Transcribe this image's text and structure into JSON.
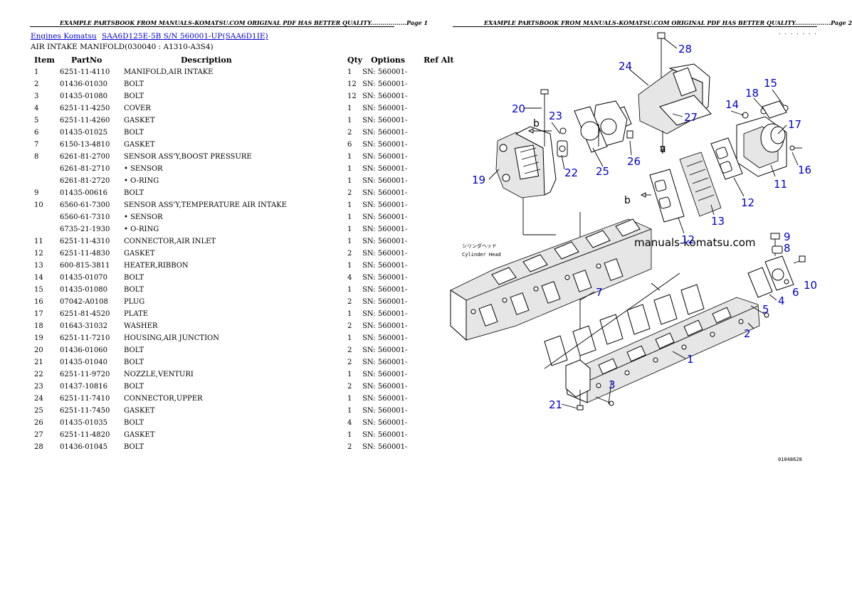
{
  "header": {
    "left": "EXAMPLE PARTSBOOK FROM MANUALS-KOMATSU.COM ORIGINAL PDF HAS BETTER QUALITY..................Page 1",
    "right": "EXAMPLE PARTSBOOK FROM MANUALS-KOMATSU.COM ORIGINAL PDF HAS BETTER QUALITY..................Page 2"
  },
  "breadcrumb": {
    "link1": "Engines Komatsu",
    "link2": "SAA6D125E-5B S/N 560001-UP(SAA6D1IE)"
  },
  "section_title": "AIR INTAKE MANIFOLD(030040 : A1310-A3S4)",
  "columns": {
    "item": "Item",
    "partno": "PartNo",
    "description": "Description",
    "qty": "Qty",
    "options": "Options",
    "refalt": "Ref Alt"
  },
  "rows": [
    {
      "item": "1",
      "partno": "6251-11-4110",
      "desc": "MANIFOLD,AIR INTAKE",
      "qty": "1",
      "opt": "SN: 560001-"
    },
    {
      "item": "2",
      "partno": "01436-01030",
      "desc": "BOLT",
      "qty": "12",
      "opt": "SN: 560001-"
    },
    {
      "item": "3",
      "partno": "01435-01080",
      "desc": "BOLT",
      "qty": "12",
      "opt": "SN: 560001-"
    },
    {
      "item": "4",
      "partno": "6251-11-4250",
      "desc": "COVER",
      "qty": "1",
      "opt": "SN: 560001-"
    },
    {
      "item": "5",
      "partno": "6251-11-4260",
      "desc": "GASKET",
      "qty": "1",
      "opt": "SN: 560001-"
    },
    {
      "item": "6",
      "partno": "01435-01025",
      "desc": "BOLT",
      "qty": "2",
      "opt": "SN: 560001-"
    },
    {
      "item": "7",
      "partno": "6150-13-4810",
      "desc": "GASKET",
      "qty": "6",
      "opt": "SN: 560001-"
    },
    {
      "item": "8",
      "partno": "6261-81-2700",
      "desc": "SENSOR ASS'Y,BOOST PRESSURE",
      "qty": "1",
      "opt": "SN: 560001-"
    },
    {
      "item": "",
      "partno": "6261-81-2710",
      "desc": "• SENSOR",
      "qty": "1",
      "opt": "SN: 560001-"
    },
    {
      "item": "",
      "partno": "6261-81-2720",
      "desc": "• O-RING",
      "qty": "1",
      "opt": "SN: 560001-"
    },
    {
      "item": "9",
      "partno": "01435-00616",
      "desc": "BOLT",
      "qty": "2",
      "opt": "SN: 560001-"
    },
    {
      "item": "10",
      "partno": "6560-61-7300",
      "desc": "SENSOR ASS'Y,TEMPERATURE AIR INTAKE",
      "qty": "1",
      "opt": "SN: 560001-"
    },
    {
      "item": "",
      "partno": "6560-61-7310",
      "desc": "• SENSOR",
      "qty": "1",
      "opt": "SN: 560001-"
    },
    {
      "item": "",
      "partno": "6735-21-1930",
      "desc": "• O-RING",
      "qty": "1",
      "opt": "SN: 560001-"
    },
    {
      "item": "11",
      "partno": "6251-11-4310",
      "desc": "CONNECTOR,AIR INLET",
      "qty": "1",
      "opt": "SN: 560001-"
    },
    {
      "item": "12",
      "partno": "6251-11-4830",
      "desc": "GASKET",
      "qty": "2",
      "opt": "SN: 560001-"
    },
    {
      "item": "13",
      "partno": "600-815-3811",
      "desc": "HEATER,RIBBON",
      "qty": "1",
      "opt": "SN: 560001-"
    },
    {
      "item": "14",
      "partno": "01435-01070",
      "desc": "BOLT",
      "qty": "4",
      "opt": "SN: 560001-"
    },
    {
      "item": "15",
      "partno": "01435-01080",
      "desc": "BOLT",
      "qty": "1",
      "opt": "SN: 560001-"
    },
    {
      "item": "16",
      "partno": "07042-A0108",
      "desc": "PLUG",
      "qty": "2",
      "opt": "SN: 560001-"
    },
    {
      "item": "17",
      "partno": "6251-81-4520",
      "desc": "PLATE",
      "qty": "1",
      "opt": "SN: 560001-"
    },
    {
      "item": "18",
      "partno": "01643-31032",
      "desc": "WASHER",
      "qty": "2",
      "opt": "SN: 560001-"
    },
    {
      "item": "19",
      "partno": "6251-11-7210",
      "desc": "HOUSING,AIR JUNCTION",
      "qty": "1",
      "opt": "SN: 560001-"
    },
    {
      "item": "20",
      "partno": "01436-01060",
      "desc": "BOLT",
      "qty": "2",
      "opt": "SN: 560001-"
    },
    {
      "item": "21",
      "partno": "01435-01040",
      "desc": "BOLT",
      "qty": "2",
      "opt": "SN: 560001-"
    },
    {
      "item": "22",
      "partno": "6251-11-9720",
      "desc": "NOZZLE,VENTURI",
      "qty": "1",
      "opt": "SN: 560001-"
    },
    {
      "item": "23",
      "partno": "01437-10816",
      "desc": "BOLT",
      "qty": "2",
      "opt": "SN: 560001-"
    },
    {
      "item": "24",
      "partno": "6251-11-7410",
      "desc": "CONNECTOR,UPPER",
      "qty": "1",
      "opt": "SN: 560001-"
    },
    {
      "item": "25",
      "partno": "6251-11-7450",
      "desc": "GASKET",
      "qty": "1",
      "opt": "SN: 560001-"
    },
    {
      "item": "26",
      "partno": "01435-01035",
      "desc": "BOLT",
      "qty": "4",
      "opt": "SN: 560001-"
    },
    {
      "item": "27",
      "partno": "6251-11-4820",
      "desc": "GASKET",
      "qty": "1",
      "opt": "SN: 560001-"
    },
    {
      "item": "28",
      "partno": "01436-01045",
      "desc": "BOLT",
      "qty": "2",
      "opt": "SN: 560001-"
    }
  ],
  "diagram": {
    "watermark": "manuals-komatsu.com",
    "cylinder_head_label_1": "シリンダヘッド",
    "cylinder_head_label_2": "Cylinder Head",
    "drawing_code": "01048628",
    "corner_code": ". . . . . . .",
    "letter_a": "a",
    "letter_b": "b",
    "callouts": {
      "c1": "1",
      "c2": "2",
      "c3": "3",
      "c4": "4",
      "c5": "5",
      "c6": "6",
      "c7": "7",
      "c8": "8",
      "c9": "9",
      "c10": "10",
      "c11": "11",
      "c12a": "12",
      "c12b": "12",
      "c13": "13",
      "c14": "14",
      "c15": "15",
      "c16": "16",
      "c17": "17",
      "c18": "18",
      "c19": "19",
      "c20": "20",
      "c21": "21",
      "c22": "22",
      "c23": "23",
      "c24": "24",
      "c25": "25",
      "c26": "26",
      "c27": "27",
      "c28": "28"
    }
  }
}
